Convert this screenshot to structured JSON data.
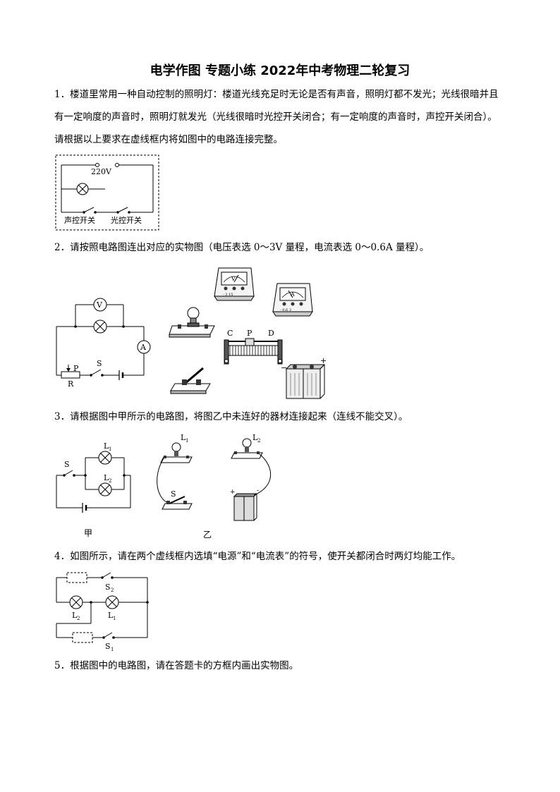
{
  "title": "电学作图 专题小练 2022年中考物理二轮复习",
  "q1": {
    "text": "1．楼道里常用一种自动控制的照明灯：楼道光线充足时无论是否有声音，照明灯都不发光；光线很暗并且有一定响度的声音时，照明灯就发光（光线很暗时光控开关闭合；有一定响度的声音时，声控开关闭合）。请根据以上要求在虚线框内将如图中的电路连接完整。",
    "voltage": "220V",
    "switch1": "声控开关",
    "switch2": "光控开关"
  },
  "q2": {
    "text": "2．请按照电路图连出对应的实物图（电压表选 0～3V 量程，电流表选 0～0.6A 量程）。",
    "voltmeter": "V",
    "ammeter": "A",
    "switch": "S",
    "slider": "P",
    "resistor": "R",
    "terminal_c": "C",
    "terminal_p": "P",
    "terminal_d": "D",
    "minus": "−",
    "plus": "+",
    "v_scale": "- 3 15",
    "a_scale": "- 0.6 3"
  },
  "q3": {
    "text": "3．请根据图中甲所示的电路图，将图乙中未连好的器材连接起来（连线不能交叉）。",
    "switch": "S",
    "lamp1": "L",
    "lamp1_sub": "1",
    "lamp2": "L",
    "lamp2_sub": "2",
    "caption_a": "甲",
    "caption_b": "乙",
    "plus": "+",
    "minus": "-"
  },
  "q4": {
    "text": "4．如图所示，请在两个虚线框内选填“电源”和“电流表”的符号，使开关都闭合时两灯均能工作。",
    "s2": "S",
    "s2_sub": "2",
    "s1": "S",
    "s1_sub": "1",
    "l1": "L",
    "l1_sub": "1",
    "l2": "L",
    "l2_sub": "2"
  },
  "q5": {
    "text": "5．根据图中的电路图，请在答题卡的方框内画出实物图。"
  }
}
